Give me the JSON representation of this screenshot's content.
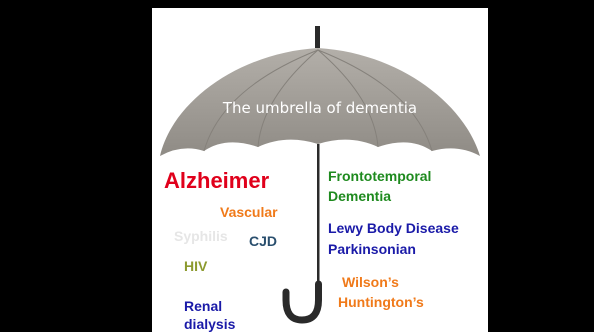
{
  "title": "The umbrella of dementia",
  "colors": {
    "background": "#000000",
    "panel": "#ffffff",
    "canopy": "#9e9a94",
    "handle": "#2a2a2a",
    "red": "#e0001b",
    "orange": "#f07a1a",
    "green": "#1e8a1e",
    "blue": "#1a1aa8",
    "teal": "#2a4f6e",
    "olive": "#8c9a2e",
    "faint": "#e6e6e6"
  },
  "left_conditions": [
    {
      "text": "Alzheimer",
      "color": "#e0001b"
    },
    {
      "text": "Vascular",
      "color": "#f07a1a"
    },
    {
      "text": "Syphilis",
      "color": "#e6e6e6"
    },
    {
      "text": "CJD",
      "color": "#2a4f6e"
    },
    {
      "text": "HIV",
      "color": "#8c9a2e"
    },
    {
      "text": "Renal",
      "color": "#1a1aa8"
    },
    {
      "text": "dialysis",
      "color": "#1a1aa8"
    }
  ],
  "right_conditions": [
    {
      "text": "Frontotemporal",
      "color": "#1e8a1e"
    },
    {
      "text": "Dementia",
      "color": "#1e8a1e"
    },
    {
      "text": "Lewy Body Disease",
      "color": "#1a1aa8"
    },
    {
      "text": "Parkinsonian",
      "color": "#1a1aa8"
    },
    {
      "text": "Wilson’s",
      "color": "#f07a1a"
    },
    {
      "text": "Huntington’s",
      "color": "#f07a1a"
    }
  ]
}
